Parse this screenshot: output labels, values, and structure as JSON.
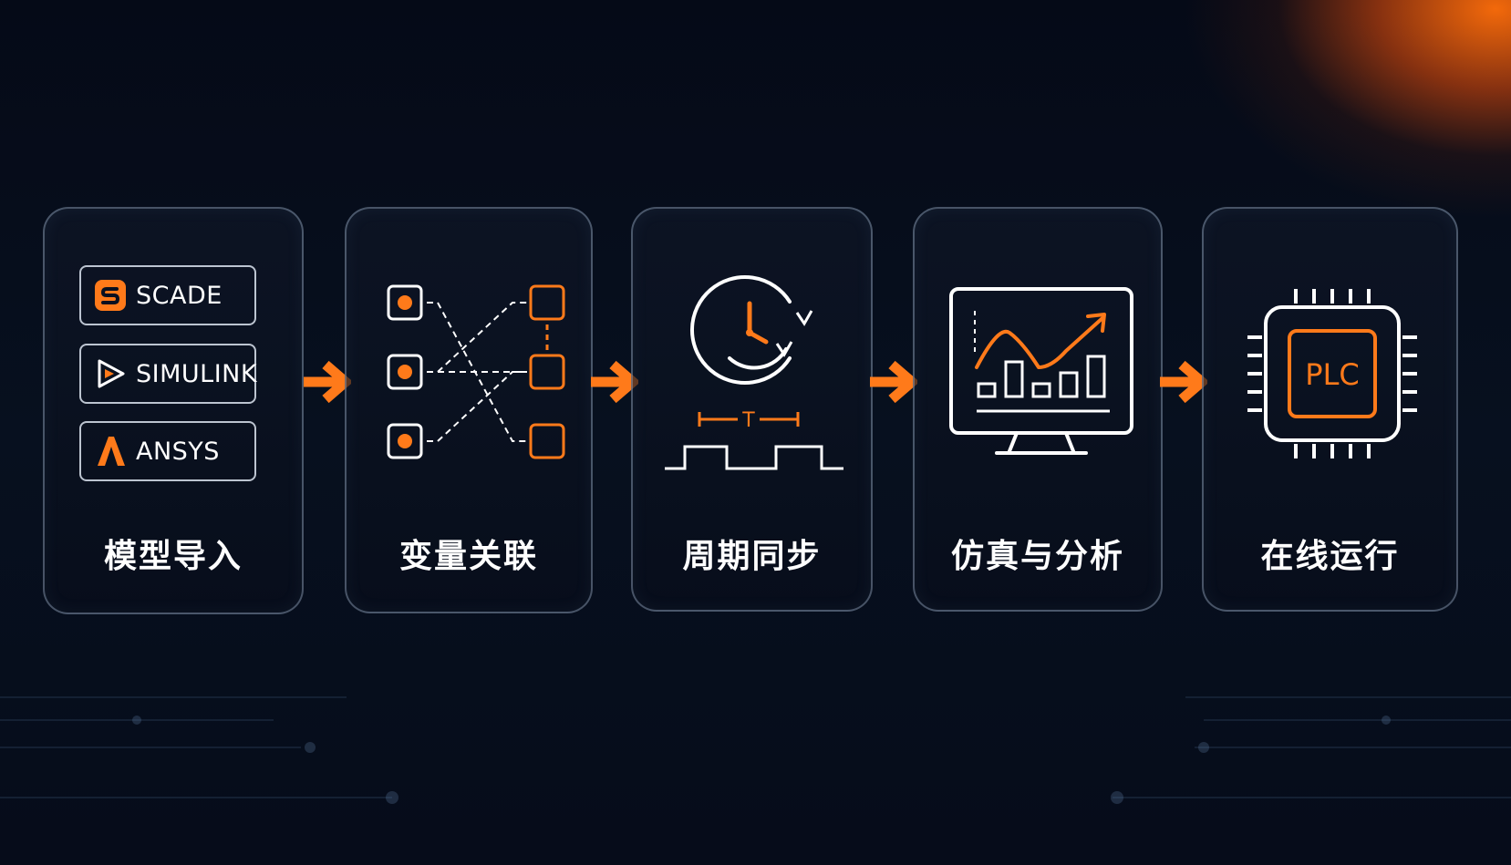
{
  "steps": [
    {
      "label": "模型导入",
      "tools": [
        "SCADE",
        "SIMULINK",
        "ANSYS"
      ]
    },
    {
      "label": "变量关联"
    },
    {
      "label": "周期同步",
      "period_label": "T"
    },
    {
      "label": "仿真与分析"
    },
    {
      "label": "在线运行",
      "chip_label": "PLC"
    }
  ],
  "colors": {
    "accent": "#ff7a1a",
    "line": "#ffffff",
    "background": "#060c1a"
  }
}
